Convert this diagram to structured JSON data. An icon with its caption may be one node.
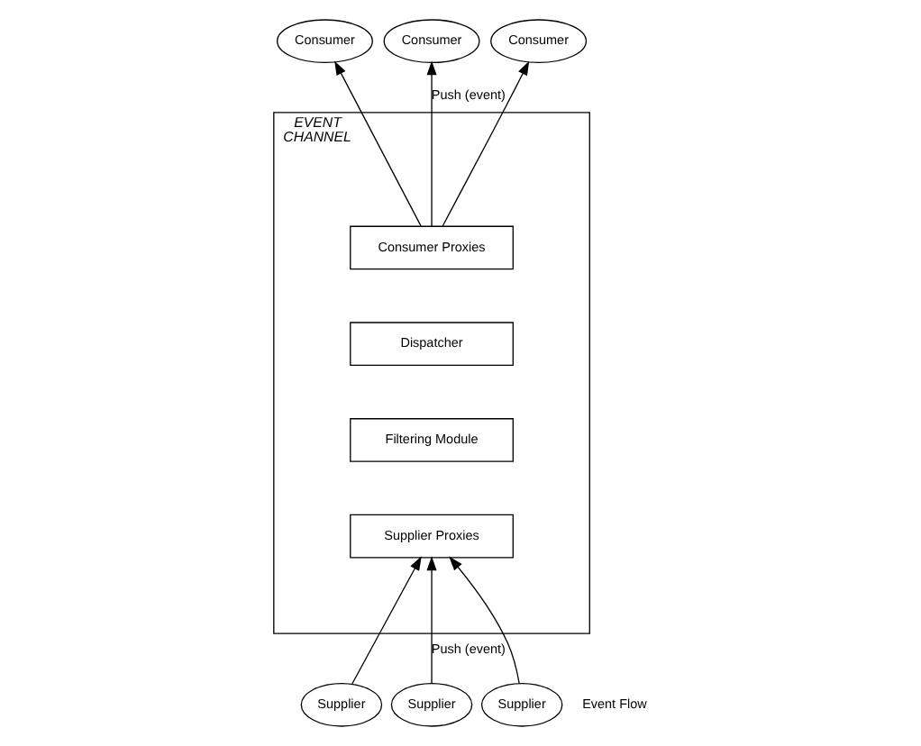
{
  "diagram": {
    "nodes": [
      {
        "text": [
          "Consumer"
        ]
      },
      {
        "text": [
          "Consumer"
        ]
      },
      {
        "text": [
          "Consumer"
        ]
      },
      {
        "text": [
          "EVENT CHANNEL"
        ]
      },
      {
        "text": [
          "Consumer Proxies"
        ],
        "in": 3
      },
      {
        "text": [
          "Dispatcher"
        ],
        "in": 3
      },
      {
        "text": [
          "Filtering Module"
        ],
        "in": 3
      },
      {
        "text": [
          "Supplier Proxies"
        ],
        "in": 3
      },
      {
        "text": [
          "Supplier"
        ]
      },
      {
        "text": [
          "Supplier"
        ]
      },
      {
        "text": [
          "Supplier"
        ]
      }
    ],
    "edges": [
      {
        "from": 4,
        "to": 0,
        "arrow": "to"
      },
      {
        "from": 4,
        "to": 1,
        "arrow": "to",
        "label": "Push (event)"
      },
      {
        "from": 4,
        "to": 2,
        "arrow": "to"
      },
      {
        "from": 8,
        "to": 7,
        "arrow": "to"
      },
      {
        "from": 9,
        "to": 7,
        "arrow": "to",
        "label": "Push (event)"
      },
      {
        "from": 10,
        "to": 7,
        "arrow": "to"
      }
    ],
    "labels": [
      "Event Flow"
    ]
  }
}
